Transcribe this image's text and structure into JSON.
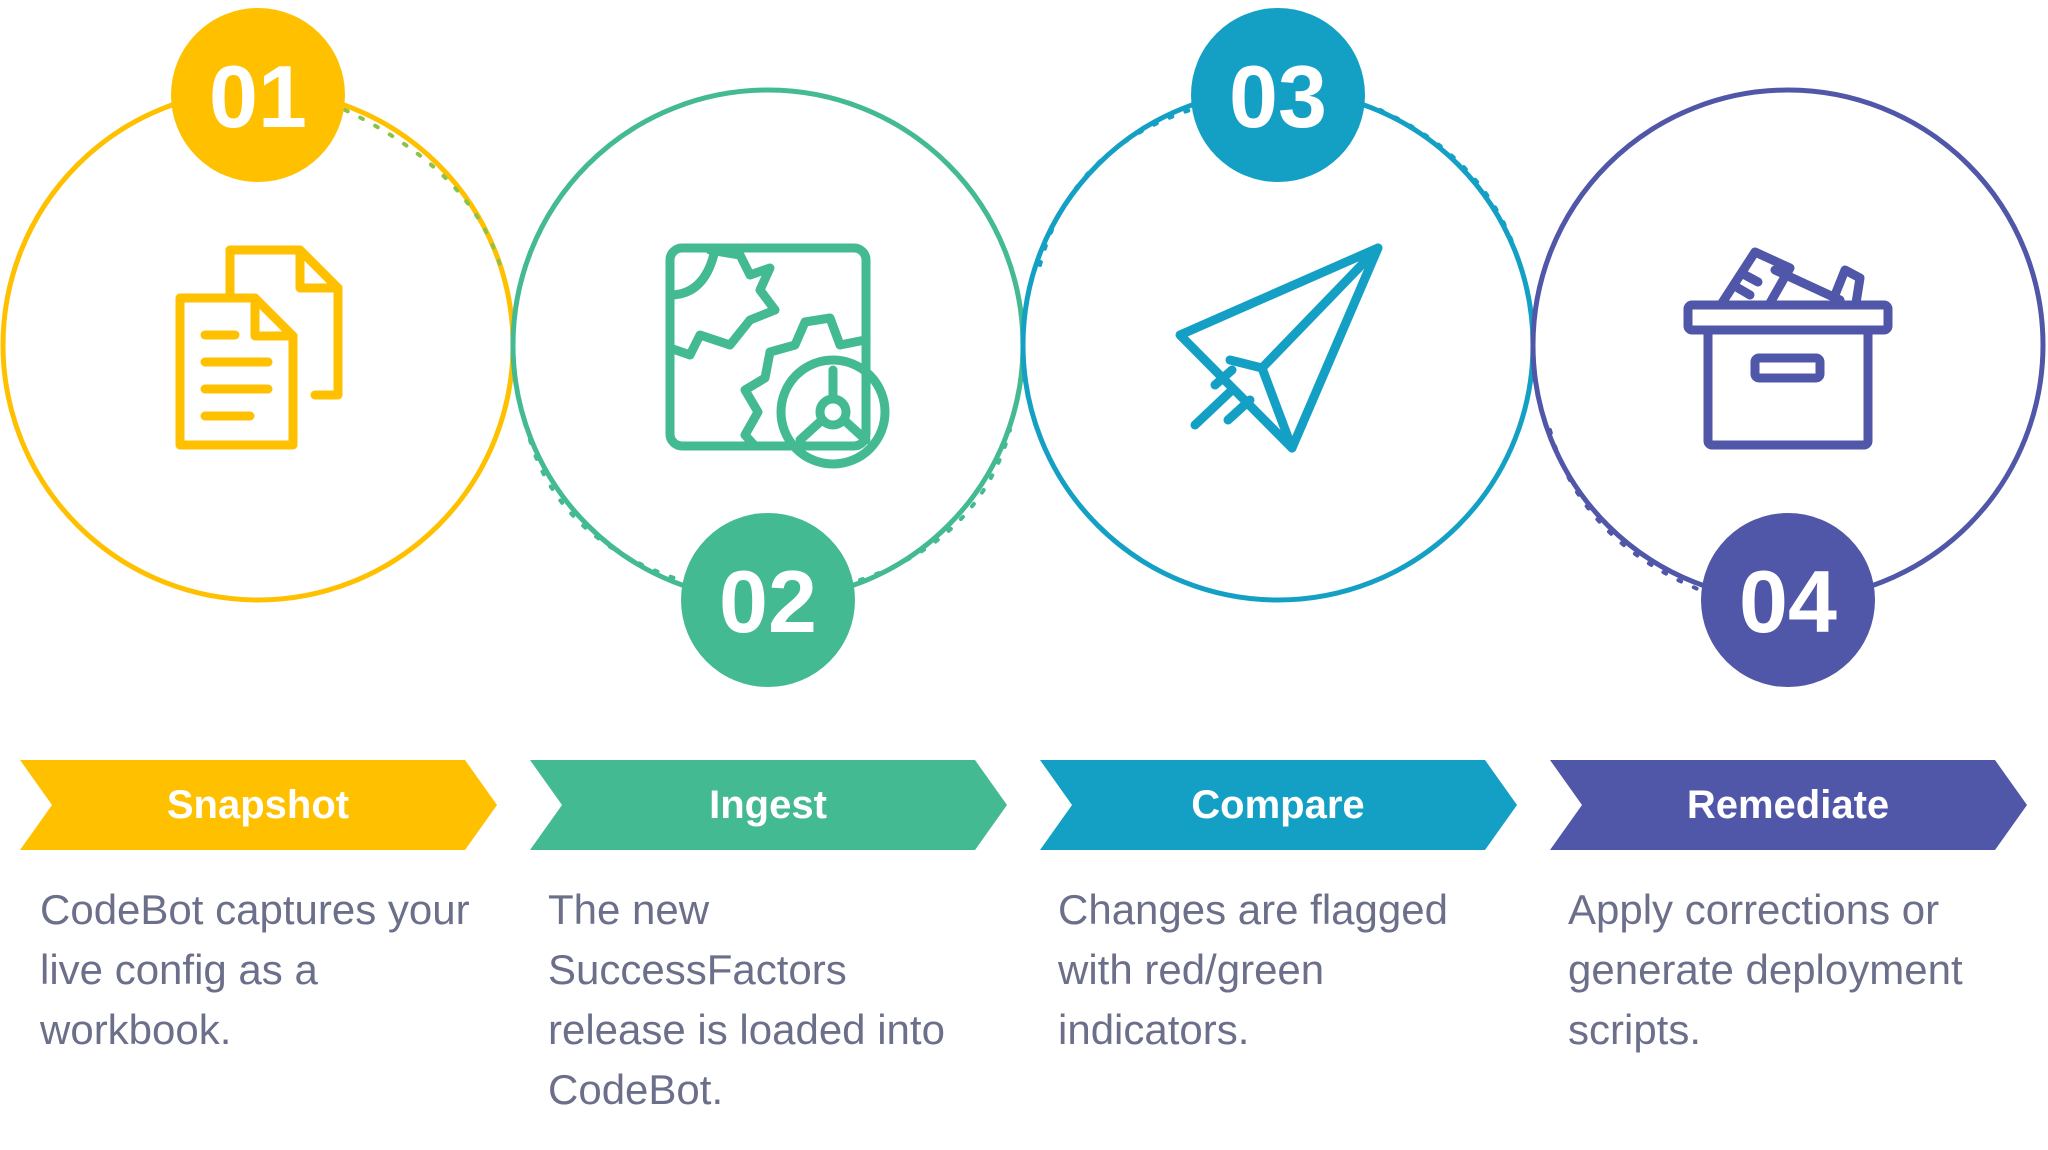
{
  "steps": [
    {
      "number": "01",
      "title": "Snapshot",
      "description": "CodeBot captures your live config as a workbook.",
      "color": "#FFC000",
      "icon": "documents-icon"
    },
    {
      "number": "02",
      "title": "Ingest",
      "description": "The new SuccessFactors release is loaded into CodeBot.",
      "color": "#43BA92",
      "icon": "gears-frame-icon"
    },
    {
      "number": "03",
      "title": "Compare",
      "description": "Changes are flagged with red/green indicators.",
      "color": "#14A0C4",
      "icon": "paper-plane-icon"
    },
    {
      "number": "04",
      "title": "Remediate",
      "description": "Apply corrections or generate deployment scripts.",
      "color": "#5056A8",
      "icon": "archive-box-icon"
    }
  ],
  "colors": {
    "text": "#6B6F8A",
    "background": "#FFFFFF",
    "connector_green": "#8BC34A"
  }
}
